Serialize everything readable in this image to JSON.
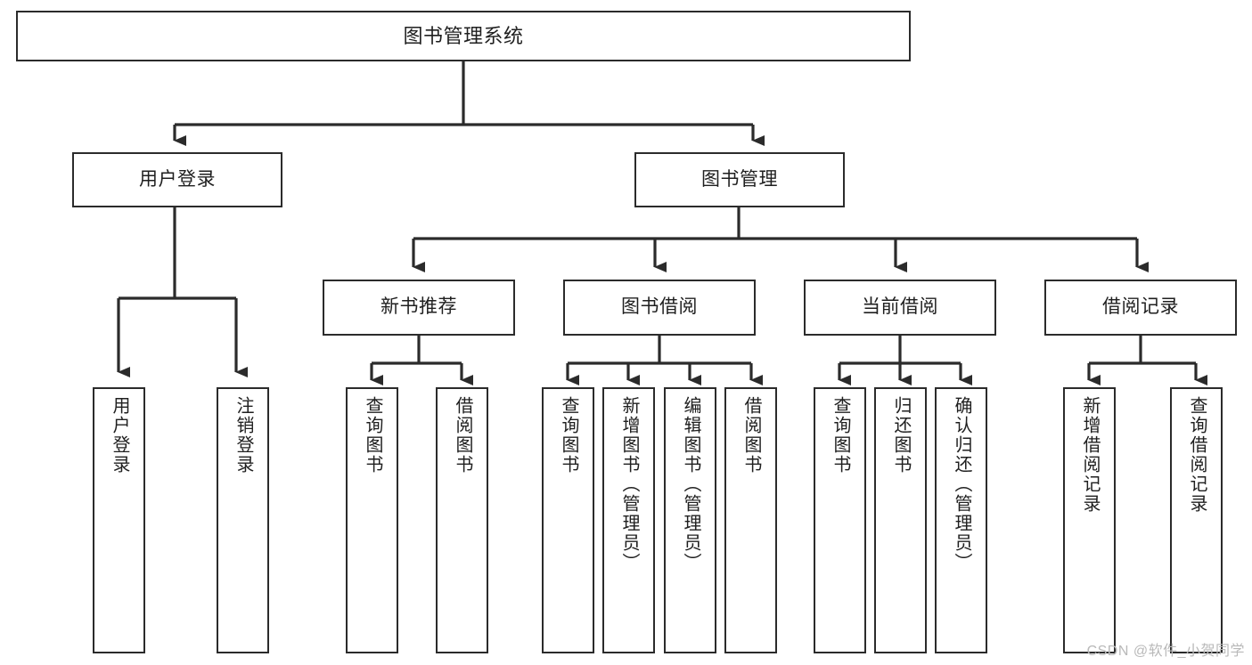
{
  "diagram": {
    "title": "图书管理系统",
    "type": "tree-hierarchy-diagram",
    "watermark": "CSDN @软件_小贺同学",
    "colors": {
      "stroke": "#2b2b2b",
      "fill": "#ffffff",
      "text": "#1f1f1f",
      "watermark": "#b9b9b9"
    },
    "nodes": {
      "root": {
        "label": "图书管理系统"
      },
      "level2": [
        {
          "id": "user-login",
          "label": "用户登录"
        },
        {
          "id": "book-management",
          "label": "图书管理"
        }
      ],
      "level3": [
        {
          "id": "new-book-recommend",
          "label": "新书推荐"
        },
        {
          "id": "book-borrow",
          "label": "图书借阅"
        },
        {
          "id": "current-borrow",
          "label": "当前借阅"
        },
        {
          "id": "borrow-record",
          "label": "借阅记录"
        }
      ],
      "leaves": {
        "user_login": [
          {
            "id": "leaf-user-login",
            "label": "用户登录"
          },
          {
            "id": "leaf-logout-login",
            "label": "注销登录"
          }
        ],
        "new_book_recommend": [
          {
            "id": "leaf-query-book-1",
            "label": "查询图书"
          },
          {
            "id": "leaf-borrow-book-1",
            "label": "借阅图书"
          }
        ],
        "book_borrow": [
          {
            "id": "leaf-query-book-2",
            "label": "查询图书"
          },
          {
            "id": "leaf-add-book",
            "label": "新增图书（管理员）"
          },
          {
            "id": "leaf-edit-book",
            "label": "编辑图书（管理员）"
          },
          {
            "id": "leaf-borrow-book-2",
            "label": "借阅图书"
          }
        ],
        "current_borrow": [
          {
            "id": "leaf-query-book-3",
            "label": "查询图书"
          },
          {
            "id": "leaf-return-book",
            "label": "归还图书"
          },
          {
            "id": "leaf-confirm-return",
            "label": "确认归还（管理员）"
          }
        ],
        "borrow_record": [
          {
            "id": "leaf-add-borrow-record",
            "label": "新增借阅记录"
          },
          {
            "id": "leaf-query-borrow-record",
            "label": "查询借阅记录"
          }
        ]
      }
    }
  }
}
